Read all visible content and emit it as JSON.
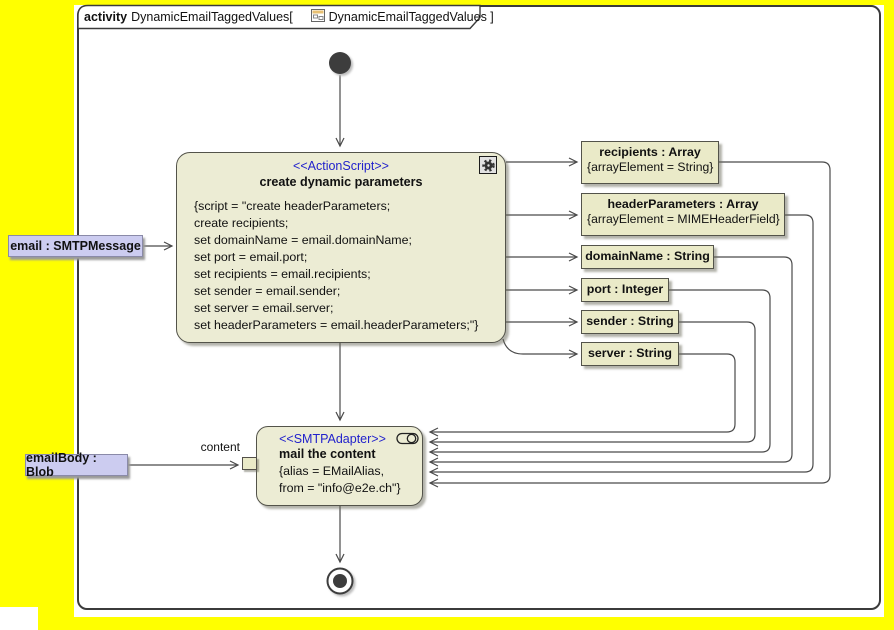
{
  "frame_tab": {
    "keyword": "activity",
    "activity_name": "DynamicEmailTaggedValues[",
    "diagram_name": "DynamicEmailTaggedValues ]"
  },
  "create_action": {
    "stereotype": "<<ActionScript>>",
    "name": "create dynamic parameters",
    "script_lines": [
      "{script = \"create headerParameters;",
      "create recipients;",
      "set domainName = email.domainName;",
      "set port = email.port;",
      "set recipients = email.recipients;",
      "set sender = email.sender;",
      "set server = email.server;",
      "set headerParameters = email.headerParameters;\"}"
    ]
  },
  "mail_action": {
    "stereotype": "<<SMTPAdapter>>",
    "name": "mail the content",
    "tagged_values": [
      "{alias = EMailAlias,",
      "from = \"info@e2e.ch\"}"
    ]
  },
  "object_nodes": [
    {
      "name": "recipients : Array",
      "tag": "{arrayElement = String}"
    },
    {
      "name": "headerParameters : Array",
      "tag": "{arrayElement = MIMEHeaderField}"
    },
    {
      "name": "domainName : String"
    },
    {
      "name": "port : Integer"
    },
    {
      "name": "sender : String"
    },
    {
      "name": "server : String"
    }
  ],
  "input_objects": [
    {
      "name": "email : SMTPMessage"
    },
    {
      "name": "emailBody : Blob"
    }
  ],
  "pin": {
    "label": "content"
  },
  "colors": {
    "canvas_yellow": "#ffff00",
    "action_fill": "#ececd4",
    "object_fill": "#eaeac8",
    "input_fill": "#ccccf0",
    "stereotype_blue": "#2222cc",
    "edge": "#4a4a4a"
  }
}
